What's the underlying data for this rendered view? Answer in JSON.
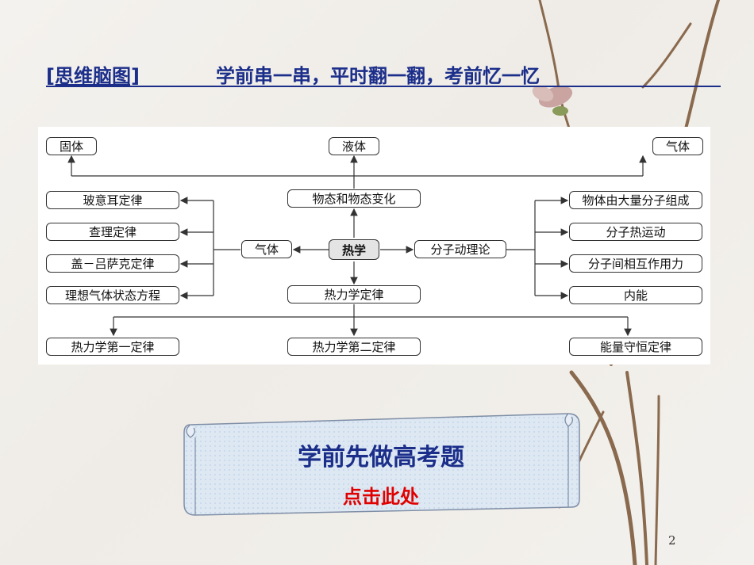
{
  "header": {
    "tag": "[思维脑图]",
    "subtitle": "学前串一串，平时翻一翻，考前忆一忆"
  },
  "mindmap": {
    "center": "热学",
    "top_row": [
      "固体",
      "液体",
      "气体"
    ],
    "upper_middle": "物态和物态变化",
    "gas_node": "气体",
    "gas_laws": [
      "玻意耳定律",
      "查理定律",
      "盖－吕萨克定律",
      "理想气体状态方程"
    ],
    "molecular_node": "分子动理论",
    "molecular_items": [
      "物体由大量分子组成",
      "分子热运动",
      "分子间相互作用力",
      "内能"
    ],
    "lower_middle": "热力学定律",
    "bottom_row": [
      "热力学第一定律",
      "热力学第二定律",
      "能量守恒定律"
    ]
  },
  "scroll": {
    "title": "学前先做高考题",
    "link": "点击此处"
  },
  "page_number": "2",
  "colors": {
    "title_blue": "#1b2e8a",
    "link_red": "#e00000",
    "center_fill": "#e4e4e4"
  }
}
